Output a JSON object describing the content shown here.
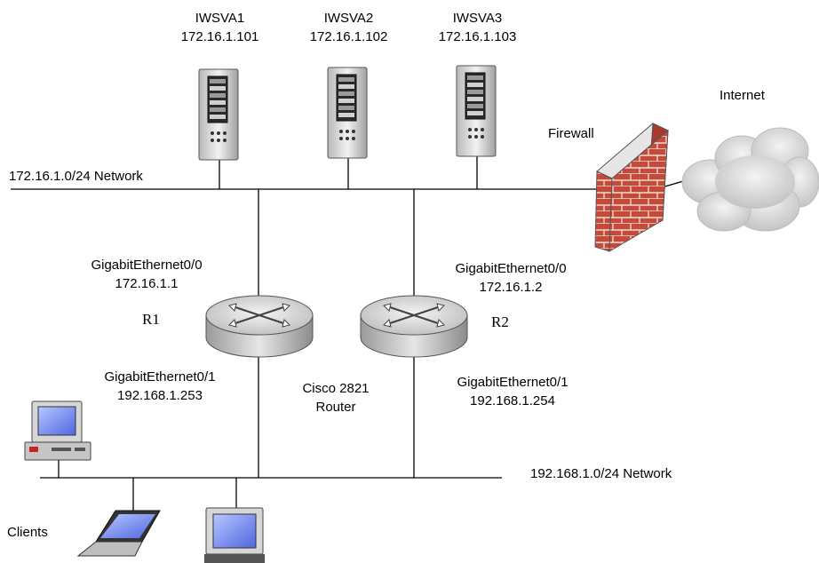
{
  "servers": [
    {
      "name": "IWSVA1",
      "ip": "172.16.1.101"
    },
    {
      "name": "IWSVA2",
      "ip": "172.16.1.102"
    },
    {
      "name": "IWSVA3",
      "ip": "172.16.1.103"
    }
  ],
  "networks": {
    "top": "172.16.1.0/24 Network",
    "bottom": "192.168.1.0/24 Network"
  },
  "firewall": "Firewall",
  "internet": "Internet",
  "routers": [
    {
      "name": "R1",
      "g00": "GigabitEthernet0/0",
      "g00_ip": "172.16.1.1",
      "g01": "GigabitEthernet0/1",
      "g01_ip": "192.168.1.253"
    },
    {
      "name": "R2",
      "g00": "GigabitEthernet0/0",
      "g00_ip": "172.16.1.2",
      "g01": "GigabitEthernet0/1",
      "g01_ip": "192.168.1.254"
    }
  ],
  "router_model": {
    "line1": "Cisco 2821",
    "line2": "Router"
  },
  "clients": "Clients"
}
